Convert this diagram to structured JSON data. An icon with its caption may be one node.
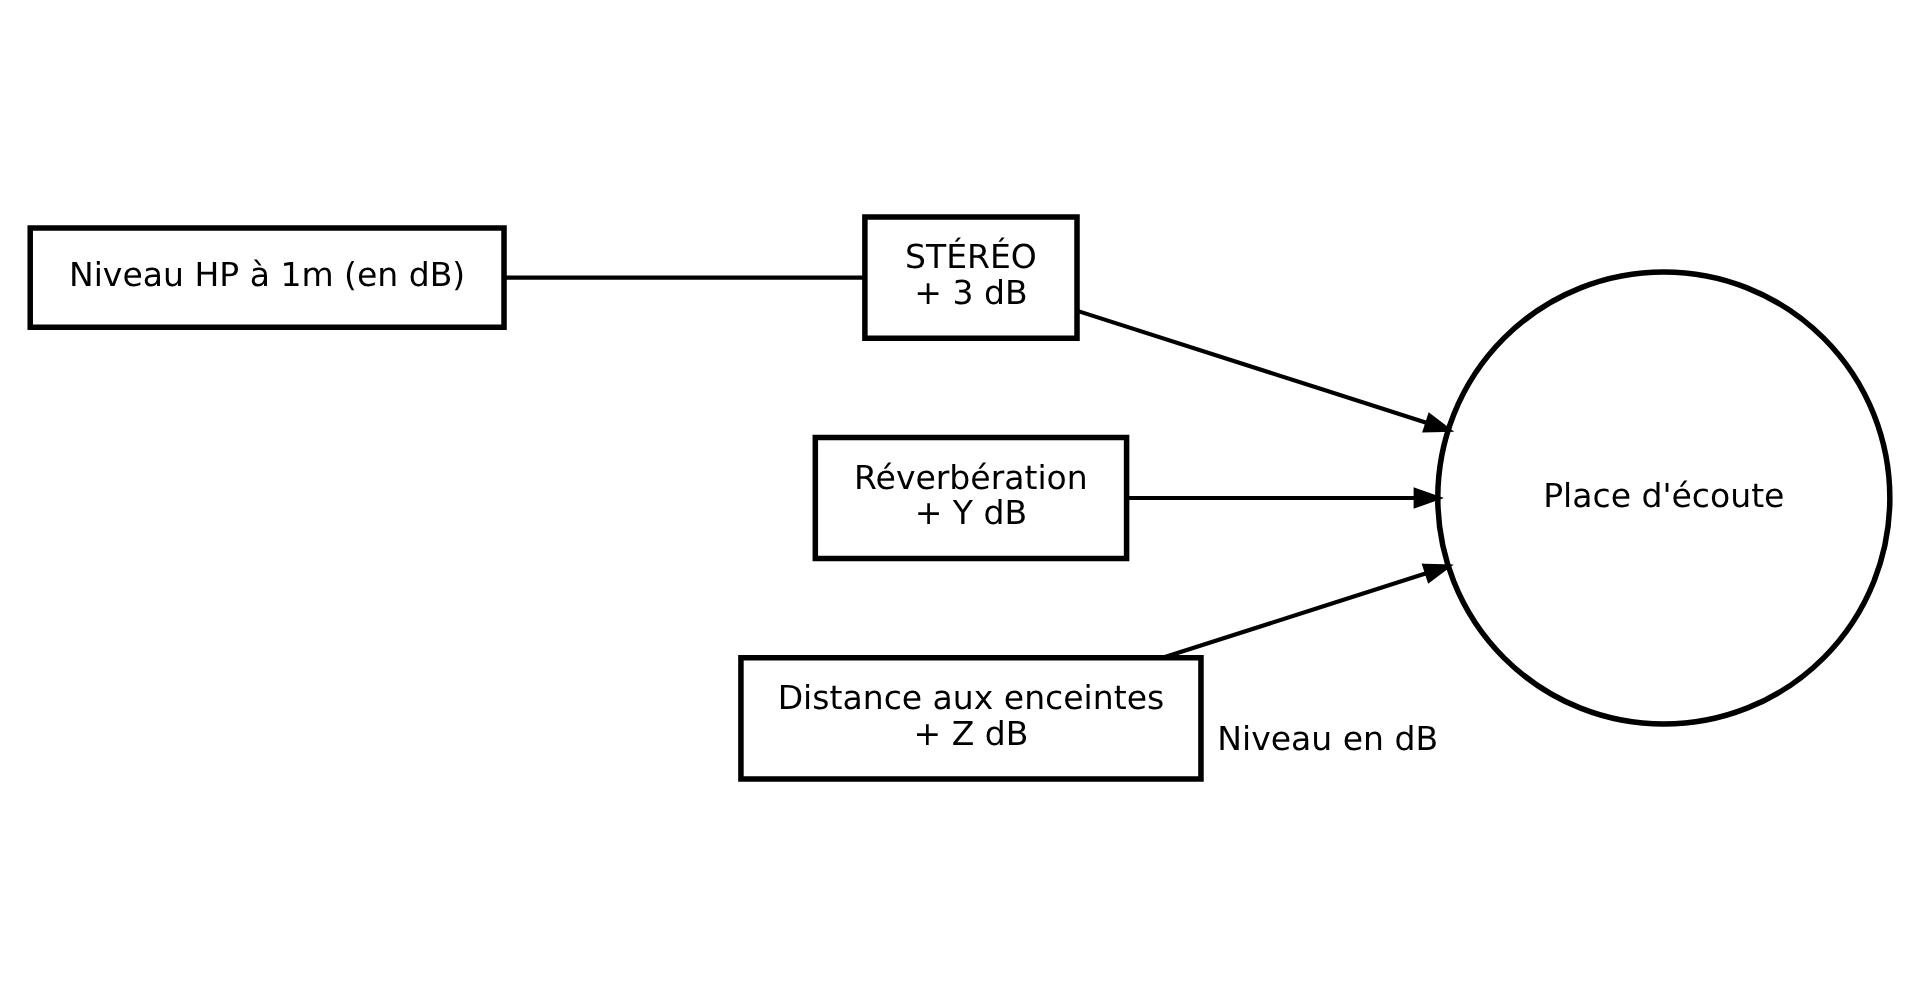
{
  "diagram": {
    "nodes": [
      {
        "text": [
          "Niveau HP à 1m (en dB)"
        ]
      },
      {
        "text": [
          "STÉRÉO",
          "+ 3 dB"
        ]
      },
      {
        "text": [
          "Réverbération",
          "+ Y dB"
        ]
      },
      {
        "text": [
          "Distance aux enceintes",
          "+ Z dB"
        ]
      },
      {
        "text": [
          "Place d'écoute"
        ],
        "beside": [
          "Niveau en dB"
        ]
      }
    ],
    "edges": [
      {
        "from": 0,
        "to": 1,
        "arrow": "none"
      },
      {
        "from": 1,
        "to": 4,
        "arrow": "to"
      },
      {
        "from": 2,
        "to": 4,
        "arrow": "to"
      },
      {
        "from": 3,
        "to": 4,
        "arrow": "to"
      }
    ]
  }
}
